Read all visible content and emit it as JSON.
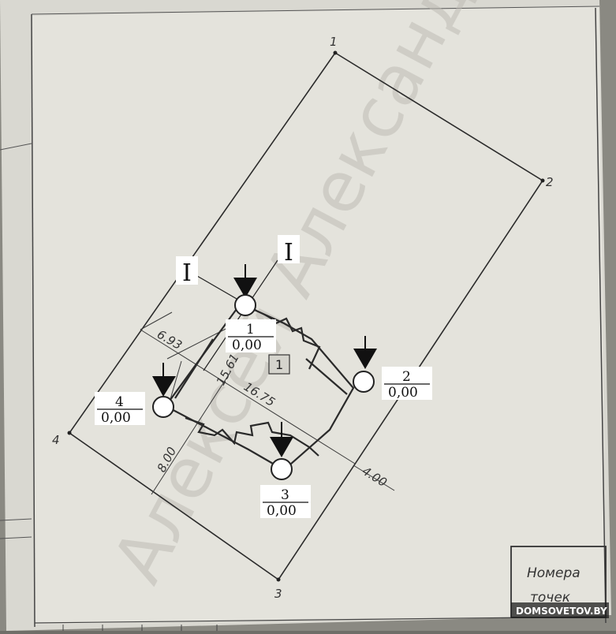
{
  "plot": {
    "corners": [
      "1",
      "2",
      "3",
      "4"
    ]
  },
  "section": {
    "left_mark": "I",
    "right_mark": "I"
  },
  "building": {
    "number": "1"
  },
  "points": [
    {
      "number": "1",
      "elevation": "0,00"
    },
    {
      "number": "2",
      "elevation": "0,00"
    },
    {
      "number": "3",
      "elevation": "0,00"
    },
    {
      "number": "4",
      "elevation": "0,00"
    }
  ],
  "dimensions": {
    "d1": "6.93",
    "d2": "15.61",
    "d3": "16.75",
    "d4": "8.00",
    "d5": "4.00"
  },
  "legend": {
    "line1": "Номера",
    "line2": "точек"
  },
  "watermark": "Алексей Александ",
  "site_badge": "DOMSOVETOV.BY"
}
